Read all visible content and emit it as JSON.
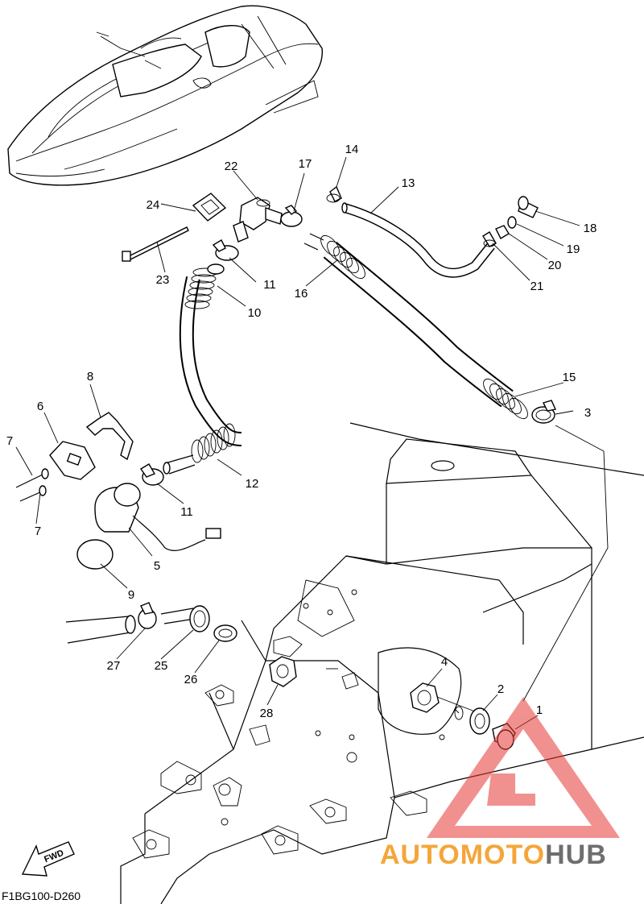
{
  "diagram_code": "F1BG100-D260",
  "fwd_label": "FWD",
  "watermark": {
    "part1": "AUTO",
    "part2": "MOTO",
    "part3": "HUB",
    "color_primary": "#f4a63a",
    "color_secondary": "#6e6e6e",
    "triangle_color": "#e53935"
  },
  "callouts": [
    {
      "id": "c1",
      "number": "1"
    },
    {
      "id": "c2",
      "number": "2"
    },
    {
      "id": "c3",
      "number": "3"
    },
    {
      "id": "c4",
      "number": "4"
    },
    {
      "id": "c5",
      "number": "5"
    },
    {
      "id": "c6",
      "number": "6"
    },
    {
      "id": "c7a",
      "number": "7"
    },
    {
      "id": "c7b",
      "number": "7"
    },
    {
      "id": "c8",
      "number": "8"
    },
    {
      "id": "c9",
      "number": "9"
    },
    {
      "id": "c10",
      "number": "10"
    },
    {
      "id": "c11a",
      "number": "11"
    },
    {
      "id": "c11b",
      "number": "11"
    },
    {
      "id": "c12",
      "number": "12"
    },
    {
      "id": "c13",
      "number": "13"
    },
    {
      "id": "c14",
      "number": "14"
    },
    {
      "id": "c15",
      "number": "15"
    },
    {
      "id": "c16",
      "number": "16"
    },
    {
      "id": "c17",
      "number": "17"
    },
    {
      "id": "c18",
      "number": "18"
    },
    {
      "id": "c19",
      "number": "19"
    },
    {
      "id": "c20",
      "number": "20"
    },
    {
      "id": "c21",
      "number": "21"
    },
    {
      "id": "c22",
      "number": "22"
    },
    {
      "id": "c23",
      "number": "23"
    },
    {
      "id": "c24",
      "number": "24"
    },
    {
      "id": "c25",
      "number": "25"
    },
    {
      "id": "c26",
      "number": "26"
    },
    {
      "id": "c27",
      "number": "27"
    },
    {
      "id": "c28",
      "number": "28"
    }
  ]
}
